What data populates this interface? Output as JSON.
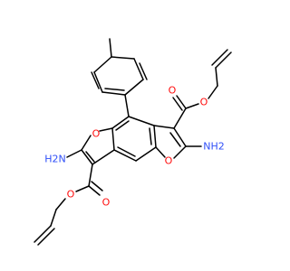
{
  "molecule": {
    "atom_labels": [
      {
        "id": "o-ester-upper-carbonyl",
        "text": "O",
        "color": "#ff0d0d"
      },
      {
        "id": "o-ester-upper-ether",
        "text": "O",
        "color": "#ff0d0d"
      },
      {
        "id": "o-furan-left",
        "text": "O",
        "color": "#ff0d0d"
      },
      {
        "id": "o-furan-right",
        "text": "O",
        "color": "#ff0d0d"
      },
      {
        "id": "nh2-left",
        "text": "H2N",
        "color": "#3050f8"
      },
      {
        "id": "nh2-right",
        "text": "NH2",
        "color": "#3050f8"
      },
      {
        "id": "o-ester-lower-carbonyl",
        "text": "O",
        "color": "#ff0d0d"
      },
      {
        "id": "o-ester-lower-ether",
        "text": "O",
        "color": "#ff0d0d"
      }
    ],
    "bond_color": "#000000"
  }
}
